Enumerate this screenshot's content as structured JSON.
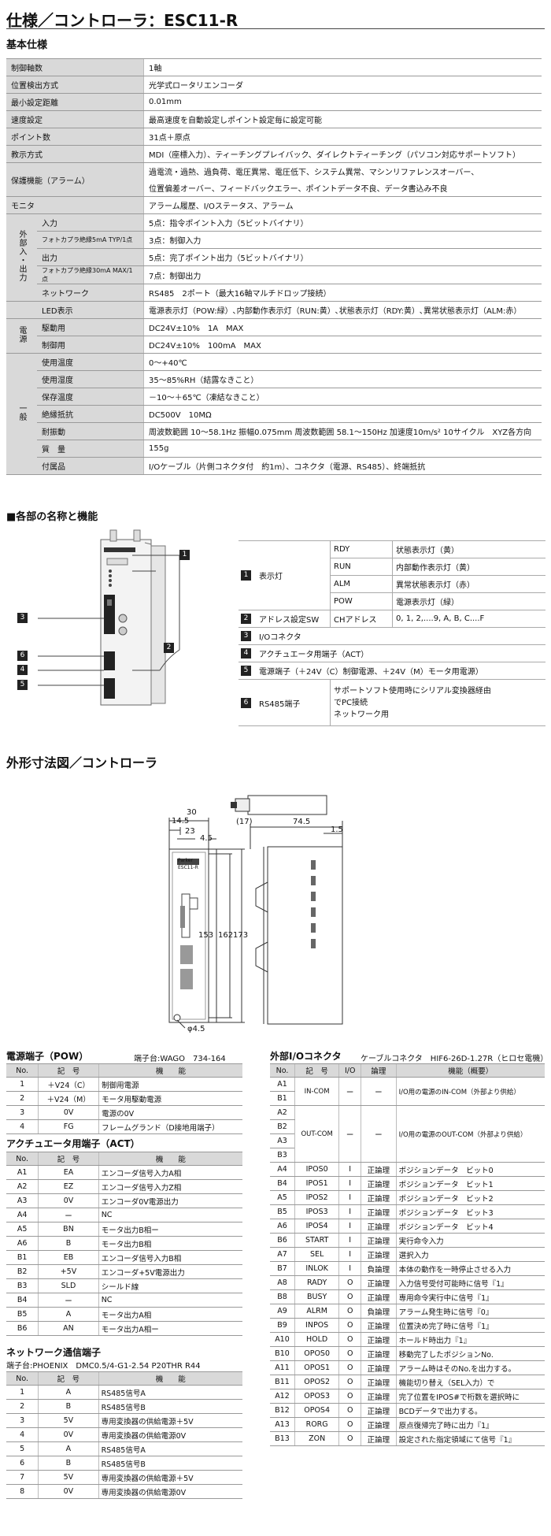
{
  "title": "仕様／コントローラ：ESC11-R",
  "basic": {
    "heading": "基本仕様",
    "rows": [
      {
        "label": "制御軸数",
        "value": "1軸"
      },
      {
        "label": "位置検出方式",
        "value": "光学式ロータリエンコーダ"
      },
      {
        "label": "最小設定距離",
        "value": "0.01mm"
      },
      {
        "label": "速度設定",
        "value": "最高速度を自動設定しポイント設定毎に設定可能"
      },
      {
        "label": "ポイント数",
        "value": "31点＋原点"
      },
      {
        "label": "教示方式",
        "value": "MDI（座標入力）、ティーチングプレイバック、ダイレクトティーチング（パソコン対応サポートソフト）"
      },
      {
        "label": "保護機能（アラーム）",
        "value1": "過電流・過熱、過負荷、電圧異常、電圧低下、システム異常、マシンリファレンスオーバー、",
        "value2": "位置偏差オーバー、フィードバックエラー、ポイントデータ不良、データ書込み不良"
      },
      {
        "label": "モニタ",
        "value": "アラーム履歴、I/Oステータス、アラーム"
      }
    ],
    "external_group": "外部入・出力",
    "external": [
      {
        "label": "入力",
        "value": "5点：指令ポイント入力（5ビットバイナリ）"
      },
      {
        "label": "フォトカプラ絶縁5mA TYP/1点",
        "value": "3点：制御入力"
      },
      {
        "label": "出力",
        "value": "5点：完了ポイント出力（5ビットバイナリ）"
      },
      {
        "label": "フォトカプラ絶縁30mA MAX/1点",
        "value": "7点：制御出力"
      },
      {
        "label": "ネットワーク",
        "value": "RS485　2ポート（最大16軸マルチドロップ接続）"
      }
    ],
    "led": {
      "label": "LED表示",
      "value": "電源表示灯（POW:緑）､内部動作表示灯（RUN:黄）､状態表示灯（RDY:黄）､異常状態表示灯（ALM:赤）"
    },
    "power_group": "電源",
    "power": [
      {
        "label": "駆動用",
        "value": "DC24V±10%　1A　MAX"
      },
      {
        "label": "制御用",
        "value": "DC24V±10%　100mA　MAX"
      }
    ],
    "general_group": "一般",
    "general": [
      {
        "label": "使用温度",
        "value": "0～+40℃"
      },
      {
        "label": "使用湿度",
        "value": "35～85%RH（結露なきこと）"
      },
      {
        "label": "保存温度",
        "value": "－10～＋65℃（凍結なきこと）"
      },
      {
        "label": "絶縁抵抗",
        "value": "DC500V　10MΩ"
      },
      {
        "label": "耐振動",
        "value": "周波数範囲 10～58.1Hz 振幅0.075mm 周波数範囲 58.1～150Hz 加速度10m/s² 10サイクル　XYZ各方向"
      },
      {
        "label": "質　量",
        "value": "155g"
      },
      {
        "label": "付属品",
        "value": "I/Oケーブル（片側コネクタ付　約1m）、コネクタ（電源、RS485）、終端抵抗"
      }
    ]
  },
  "parts": {
    "heading": "■各部の名称と機能",
    "callouts": [
      "1",
      "2",
      "3",
      "4",
      "5",
      "6"
    ],
    "item1": {
      "no": "1",
      "name": "表示灯",
      "leds": [
        {
          "code": "RDY",
          "desc": "状態表示灯（黄）"
        },
        {
          "code": "RUN",
          "desc": "内部動作表示灯（黄）"
        },
        {
          "code": "ALM",
          "desc": "異常状態表示灯（赤）"
        },
        {
          "code": "POW",
          "desc": "電源表示灯（緑）"
        }
      ]
    },
    "item2": {
      "no": "2",
      "name": "アドレス設定SW",
      "sub": "CHアドレス",
      "value": "0, 1, 2,....9, A, B, C....F"
    },
    "item3": {
      "no": "3",
      "name": "I/Oコネクタ"
    },
    "item4": {
      "no": "4",
      "name": "アクチュエータ用端子（ACT）"
    },
    "item5": {
      "no": "5",
      "name": "電源端子（＋24V（C）制御電源、＋24V（M）モータ用電源）"
    },
    "item6": {
      "no": "6",
      "name": "RS485端子",
      "lines": [
        "サポートソフト使用時にシリアル変換器経由",
        "でPC接続",
        "ネットワーク用"
      ]
    }
  },
  "dims": {
    "heading": "外形寸法図／コントローラ",
    "labels": {
      "d30": "30",
      "d145": "14.5",
      "d23": "23",
      "d45": "4.5",
      "d153": "153",
      "d162": "162",
      "d173": "173",
      "hole": "φ4.5",
      "d17": "(17)",
      "d745": "74.5",
      "d15": "1.5"
    },
    "front_labels": {
      "brand": "Parker",
      "model": "ESC11-R"
    }
  },
  "pow_tbl": {
    "title": "電源端子（POW）",
    "note": "端子台:WAGO　734-164",
    "headers": [
      "No.",
      "記　号",
      "機　　能"
    ],
    "rows": [
      [
        "1",
        "＋V24（C）",
        "制御用電源"
      ],
      [
        "2",
        "＋V24（M）",
        "モータ用駆動電源"
      ],
      [
        "3",
        "0V",
        "電源の0V"
      ],
      [
        "4",
        "FG",
        "フレームグランド（D接地用端子）"
      ]
    ]
  },
  "act_tbl": {
    "title": "アクチュエータ用端子（ACT）",
    "headers": [
      "No.",
      "記　号",
      "機　　能"
    ],
    "rows": [
      [
        "A1",
        "EA",
        "エンコーダ信号入力A相"
      ],
      [
        "A2",
        "EZ",
        "エンコーダ信号入力Z相"
      ],
      [
        "A3",
        "0V",
        "エンコーダ0V電源出力"
      ],
      [
        "A4",
        "ー",
        "NC"
      ],
      [
        "A5",
        "BN",
        "モータ出力B相ー"
      ],
      [
        "A6",
        "B",
        "モータ出力B相"
      ],
      [
        "B1",
        "EB",
        "エンコーダ信号入力B相"
      ],
      [
        "B2",
        "+5V",
        "エンコーダ+5V電源出力"
      ],
      [
        "B3",
        "SLD",
        "シールド線"
      ],
      [
        "B4",
        "ー",
        "NC"
      ],
      [
        "B5",
        "A",
        "モータ出力A相"
      ],
      [
        "B6",
        "AN",
        "モータ出力A相ー"
      ]
    ]
  },
  "net_tbl": {
    "title": "ネットワーク通信端子",
    "note": "端子台:PHOENIX　DMC0.5/4-G1-2.54 P20THR R44",
    "headers": [
      "No.",
      "記　号",
      "機　　能"
    ],
    "rows": [
      [
        "1",
        "A",
        "RS485信号A"
      ],
      [
        "2",
        "B",
        "RS485信号B"
      ],
      [
        "3",
        "5V",
        "専用変換器の供給電源＋5V"
      ],
      [
        "4",
        "0V",
        "専用変換器の供給電源0V"
      ],
      [
        "5",
        "A",
        "RS485信号A"
      ],
      [
        "6",
        "B",
        "RS485信号B"
      ],
      [
        "7",
        "5V",
        "専用変換器の供給電源＋5V"
      ],
      [
        "8",
        "0V",
        "専用変換器の供給電源0V"
      ]
    ]
  },
  "io_tbl": {
    "title": "外部I/Oコネクタ",
    "note": "ケーブルコネクタ　HIF6-26D-1.27R（ヒロセ電機）",
    "headers": [
      "No.",
      "記　号",
      "I/O",
      "論理",
      "機能（概要）"
    ],
    "incom": {
      "nos": [
        "A1",
        "B1"
      ],
      "sym": "IN-COM",
      "io": "ー",
      "logic": "ー",
      "func": "I/O用の電源のIN-COM（外部より供給）"
    },
    "outcom": {
      "nos": [
        "A2",
        "B2",
        "A3",
        "B3"
      ],
      "sym": "OUT-COM",
      "io": "ー",
      "logic": "ー",
      "func": "I/O用の電源のOUT-COM（外部より供給）"
    },
    "rows": [
      [
        "A4",
        "IPOS0",
        "I",
        "正論理",
        "ポジションデータ　ビット0"
      ],
      [
        "B4",
        "IPOS1",
        "I",
        "正論理",
        "ポジションデータ　ビット1"
      ],
      [
        "A5",
        "IPOS2",
        "I",
        "正論理",
        "ポジションデータ　ビット2"
      ],
      [
        "B5",
        "IPOS3",
        "I",
        "正論理",
        "ポジションデータ　ビット3"
      ],
      [
        "A6",
        "IPOS4",
        "I",
        "正論理",
        "ポジションデータ　ビット4"
      ],
      [
        "B6",
        "START",
        "I",
        "正論理",
        "実行命令入力"
      ],
      [
        "A7",
        "SEL",
        "I",
        "正論理",
        "選択入力"
      ],
      [
        "B7",
        "INLOK",
        "I",
        "負論理",
        "本体の動作を一時停止させる入力"
      ],
      [
        "A8",
        "RADY",
        "O",
        "正論理",
        "入力信号受付可能時に信号『1』"
      ],
      [
        "B8",
        "BUSY",
        "O",
        "正論理",
        "専用命令実行中に信号『1』"
      ],
      [
        "A9",
        "ALRM",
        "O",
        "負論理",
        "アラーム発生時に信号『0』"
      ],
      [
        "B9",
        "INPOS",
        "O",
        "正論理",
        "位置決め完了時に信号『1』"
      ],
      [
        "A10",
        "HOLD",
        "O",
        "正論理",
        "ホールド時出力『1』"
      ],
      [
        "B10",
        "OPOS0",
        "O",
        "正論理",
        "移動完了したポジションNo."
      ],
      [
        "A11",
        "OPOS1",
        "O",
        "正論理",
        "アラーム時はそのNo.を出力する。"
      ],
      [
        "B11",
        "OPOS2",
        "O",
        "正論理",
        "機能切り替え（SEL入力）で"
      ],
      [
        "A12",
        "OPOS3",
        "O",
        "正論理",
        "完了位置をIPOS#で桁数を選択時に"
      ],
      [
        "B12",
        "OPOS4",
        "O",
        "正論理",
        "BCDデータで出力する。"
      ],
      [
        "A13",
        "RORG",
        "O",
        "正論理",
        "原点復帰完了時に出力『1』"
      ],
      [
        "B13",
        "ZON",
        "O",
        "正論理",
        "設定された指定領域にて信号『1』"
      ]
    ]
  }
}
